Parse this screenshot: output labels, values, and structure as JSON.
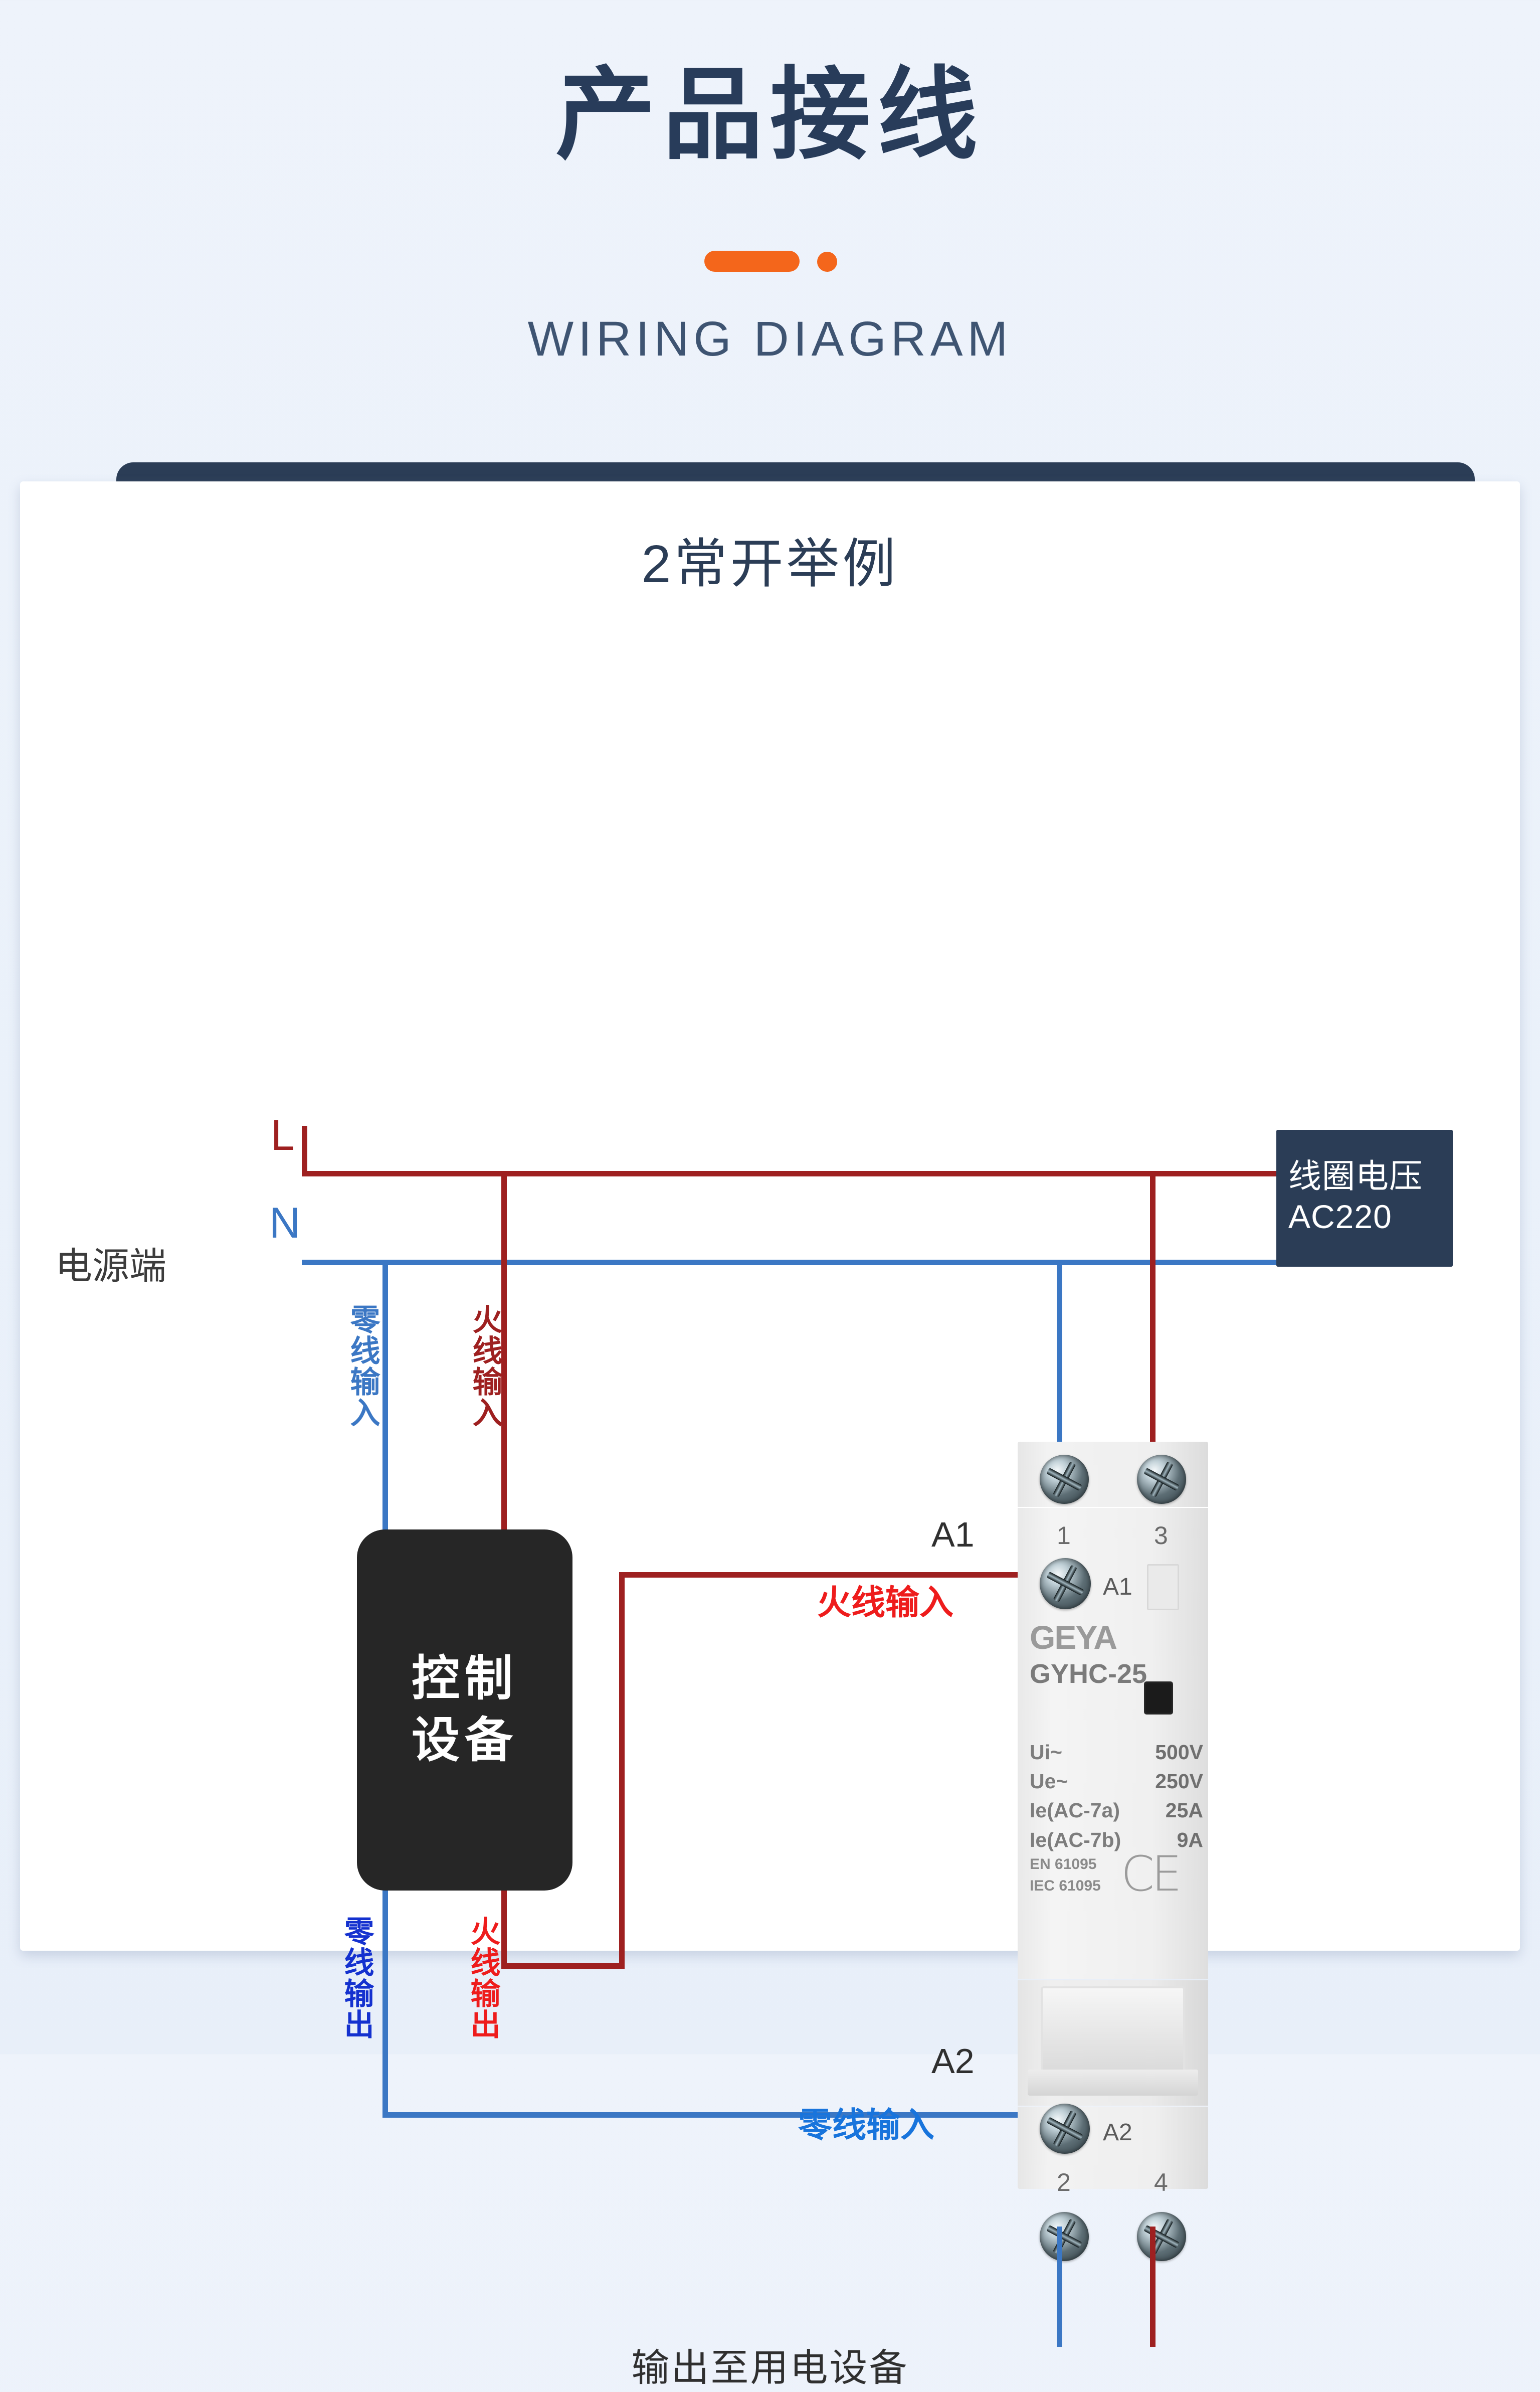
{
  "header": {
    "title": "产品接线",
    "subtitle": "WIRING DIAGRAM",
    "accent_color": "#f4661b",
    "title_color": "#283c5a"
  },
  "card": {
    "diagram_title": "2常开举例",
    "bar_color": "#2b3d56"
  },
  "source": {
    "label": "电源端",
    "live_terminal": "L",
    "neutral_terminal": "N",
    "live_color": "#9e2020",
    "neutral_color": "#3b77c4"
  },
  "coil_badge": {
    "line1": "线圈电压",
    "line2": "AC220"
  },
  "control_device": {
    "line1": "控制",
    "line2": "设备"
  },
  "wire_labels": {
    "null_input_vertical": "零线输入",
    "live_input_vertical": "火线输入",
    "null_output_vertical": "零线输出",
    "live_output_vertical": "火线输出",
    "live_input_a1": "火线输入",
    "null_input_a2": "零线输入",
    "output_note": "输出至用电设备"
  },
  "contactor": {
    "brand": "GEYA",
    "model": "GYHC-25",
    "terminals": {
      "top_left": "1",
      "top_right": "3",
      "bottom_left": "2",
      "bottom_right": "4",
      "coil_top": "A1",
      "coil_bottom": "A2"
    },
    "callouts": {
      "a1": "A1",
      "a2": "A2"
    },
    "specs": [
      {
        "name": "Ui~",
        "value": "500V"
      },
      {
        "name": "Ue~",
        "value": "250V"
      },
      {
        "name": "Ie(AC-7a)",
        "value": "25A"
      },
      {
        "name": "Ie(AC-7b)",
        "value": "9A"
      }
    ],
    "standards": [
      "EN 61095",
      "IEC 61095"
    ],
    "ce_mark": "CE"
  }
}
